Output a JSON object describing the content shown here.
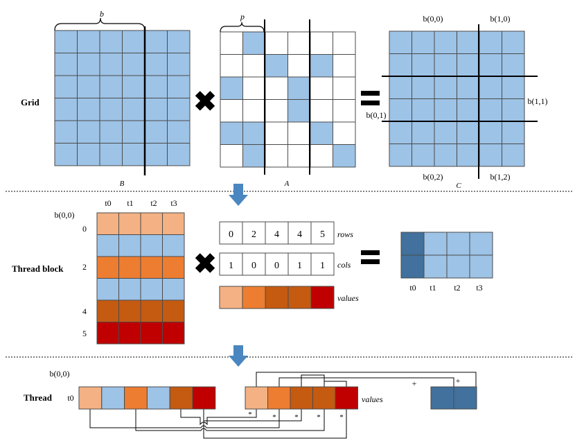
{
  "colors": {
    "light_blue": "#9dc3e6",
    "dark_blue": "#41719c",
    "peach": "#f4b183",
    "orange": "#ed7d31",
    "dark_orange": "#c55a11",
    "red": "#c00000",
    "grid_line": "#4a4a4a",
    "black": "#000000"
  },
  "sections": {
    "grid": "Grid",
    "thread_block": "Thread block",
    "thread": "Thread"
  },
  "grid_section": {
    "matrix_b_label": "B",
    "matrix_a_label": "A",
    "matrix_c_label": "C",
    "brace_b_label": "b",
    "brace_a_label": "p",
    "block_labels": [
      "b(0,0)",
      "b(1,0)",
      "b(0,1)",
      "b(1,1)",
      "b(0,2)",
      "b(1,2)"
    ],
    "matrix_a_filled_cells": [
      [
        0,
        1
      ],
      [
        1,
        2
      ],
      [
        1,
        4
      ],
      [
        2,
        0
      ],
      [
        2,
        3
      ],
      [
        3,
        3
      ],
      [
        4,
        0
      ],
      [
        4,
        1
      ],
      [
        4,
        4
      ],
      [
        5,
        1
      ],
      [
        5,
        5
      ]
    ]
  },
  "thread_block_section": {
    "block_label": "b(0,0)",
    "thread_labels": [
      "t0",
      "t1",
      "t2",
      "t3"
    ],
    "row_labels": [
      "0",
      "2",
      "4",
      "5"
    ],
    "row_colors": [
      "peach",
      "light_blue",
      "orange",
      "light_blue",
      "dark_orange",
      "red"
    ],
    "rows_array_label": "rows",
    "rows_values": [
      "0",
      "2",
      "4",
      "4",
      "5"
    ],
    "cols_array_label": "cols",
    "cols_values": [
      "1",
      "0",
      "0",
      "1",
      "1"
    ],
    "values_array_label": "values",
    "values_colors": [
      "peach",
      "orange",
      "dark_orange",
      "dark_orange",
      "red"
    ],
    "result_thread_labels": [
      "t0",
      "t1",
      "t2",
      "t3"
    ]
  },
  "thread_section": {
    "block_label": "b(0,0)",
    "thread_label": "t0",
    "row_colors": [
      "peach",
      "light_blue",
      "orange",
      "light_blue",
      "dark_orange",
      "red"
    ],
    "values_array_label": "values",
    "values_colors": [
      "peach",
      "orange",
      "dark_orange",
      "dark_orange",
      "red"
    ],
    "multiply_symbol": "*",
    "plus_symbol": "+"
  }
}
